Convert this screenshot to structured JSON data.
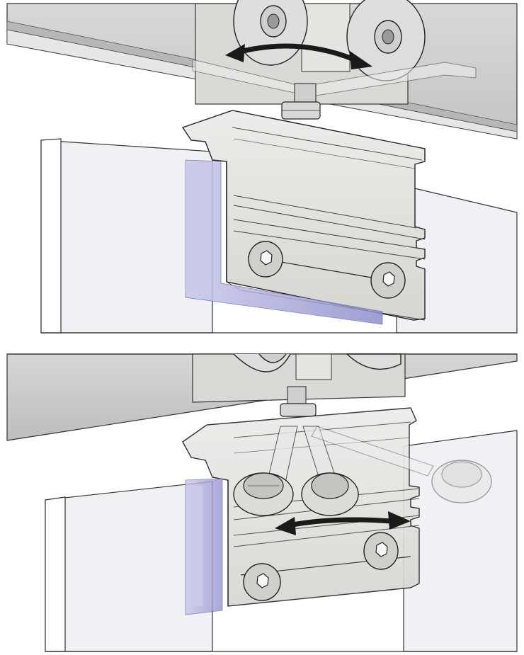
{
  "figure": {
    "panels": [
      {
        "id": "top",
        "subject": "roller-hanger-rotation-adjustment"
      },
      {
        "id": "bottom",
        "subject": "roller-hanger-wrench-tightening"
      }
    ]
  },
  "colors": {
    "background": "#ffffff",
    "track": "#d2d2d2",
    "track_dark": "#a8a8a8",
    "aluminium": "#e2e2dd",
    "aluminium_shade": "#c9c9c4",
    "outline": "#1e1e1e",
    "glass": "#f2f2f6",
    "seal": "#9a9acf",
    "seal_light": "#c6c6e6",
    "arrow": "#1a1a1a"
  },
  "icons": [
    "curved-double-arrow-icon",
    "hex-socket-screw-icon",
    "ring-wrench-icon"
  ]
}
